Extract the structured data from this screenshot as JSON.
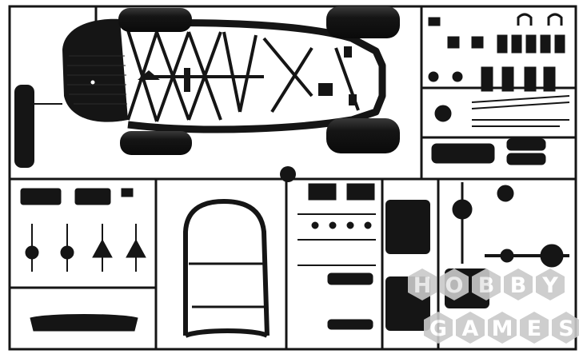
{
  "photo": {
    "subject": "plastic model kit sprue frame",
    "colors": {
      "background": "#ffffff",
      "plastic": "#151515",
      "plastic_highlight": "#3a3a3a",
      "watermark_hex": "#c9c9c9",
      "watermark_text": "#ffffff"
    }
  },
  "watermark": {
    "brand_letters_row1": [
      "H",
      "O",
      "B",
      "B",
      "Y"
    ],
    "brand_letters_row2": [
      "G",
      "A",
      "M",
      "E",
      "S"
    ]
  }
}
